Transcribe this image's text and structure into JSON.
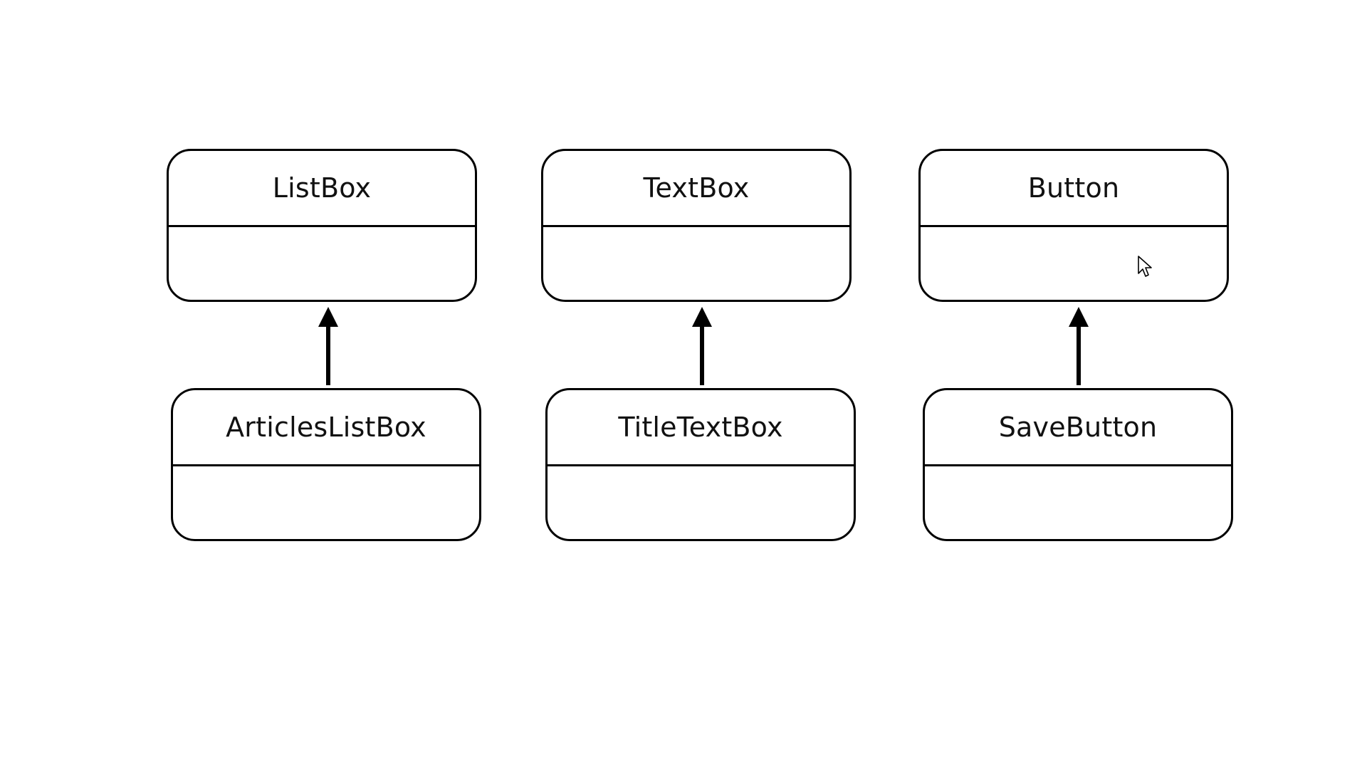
{
  "diagram": {
    "classes": [
      {
        "id": "listbox",
        "name": "ListBox"
      },
      {
        "id": "textbox",
        "name": "TextBox"
      },
      {
        "id": "button",
        "name": "Button"
      },
      {
        "id": "articles-listbox",
        "name": "ArticlesListBox"
      },
      {
        "id": "title-textbox",
        "name": "TitleTextBox"
      },
      {
        "id": "save-button",
        "name": "SaveButton"
      }
    ],
    "relations": [
      {
        "from": "ArticlesListBox",
        "to": "ListBox",
        "type": "inheritance"
      },
      {
        "from": "TitleTextBox",
        "to": "TextBox",
        "type": "inheritance"
      },
      {
        "from": "SaveButton",
        "to": "Button",
        "type": "inheritance"
      }
    ]
  },
  "colors": {
    "stroke": "#000000",
    "background": "#ffffff"
  },
  "icons": {
    "cursor": "mouse-pointer-icon"
  }
}
